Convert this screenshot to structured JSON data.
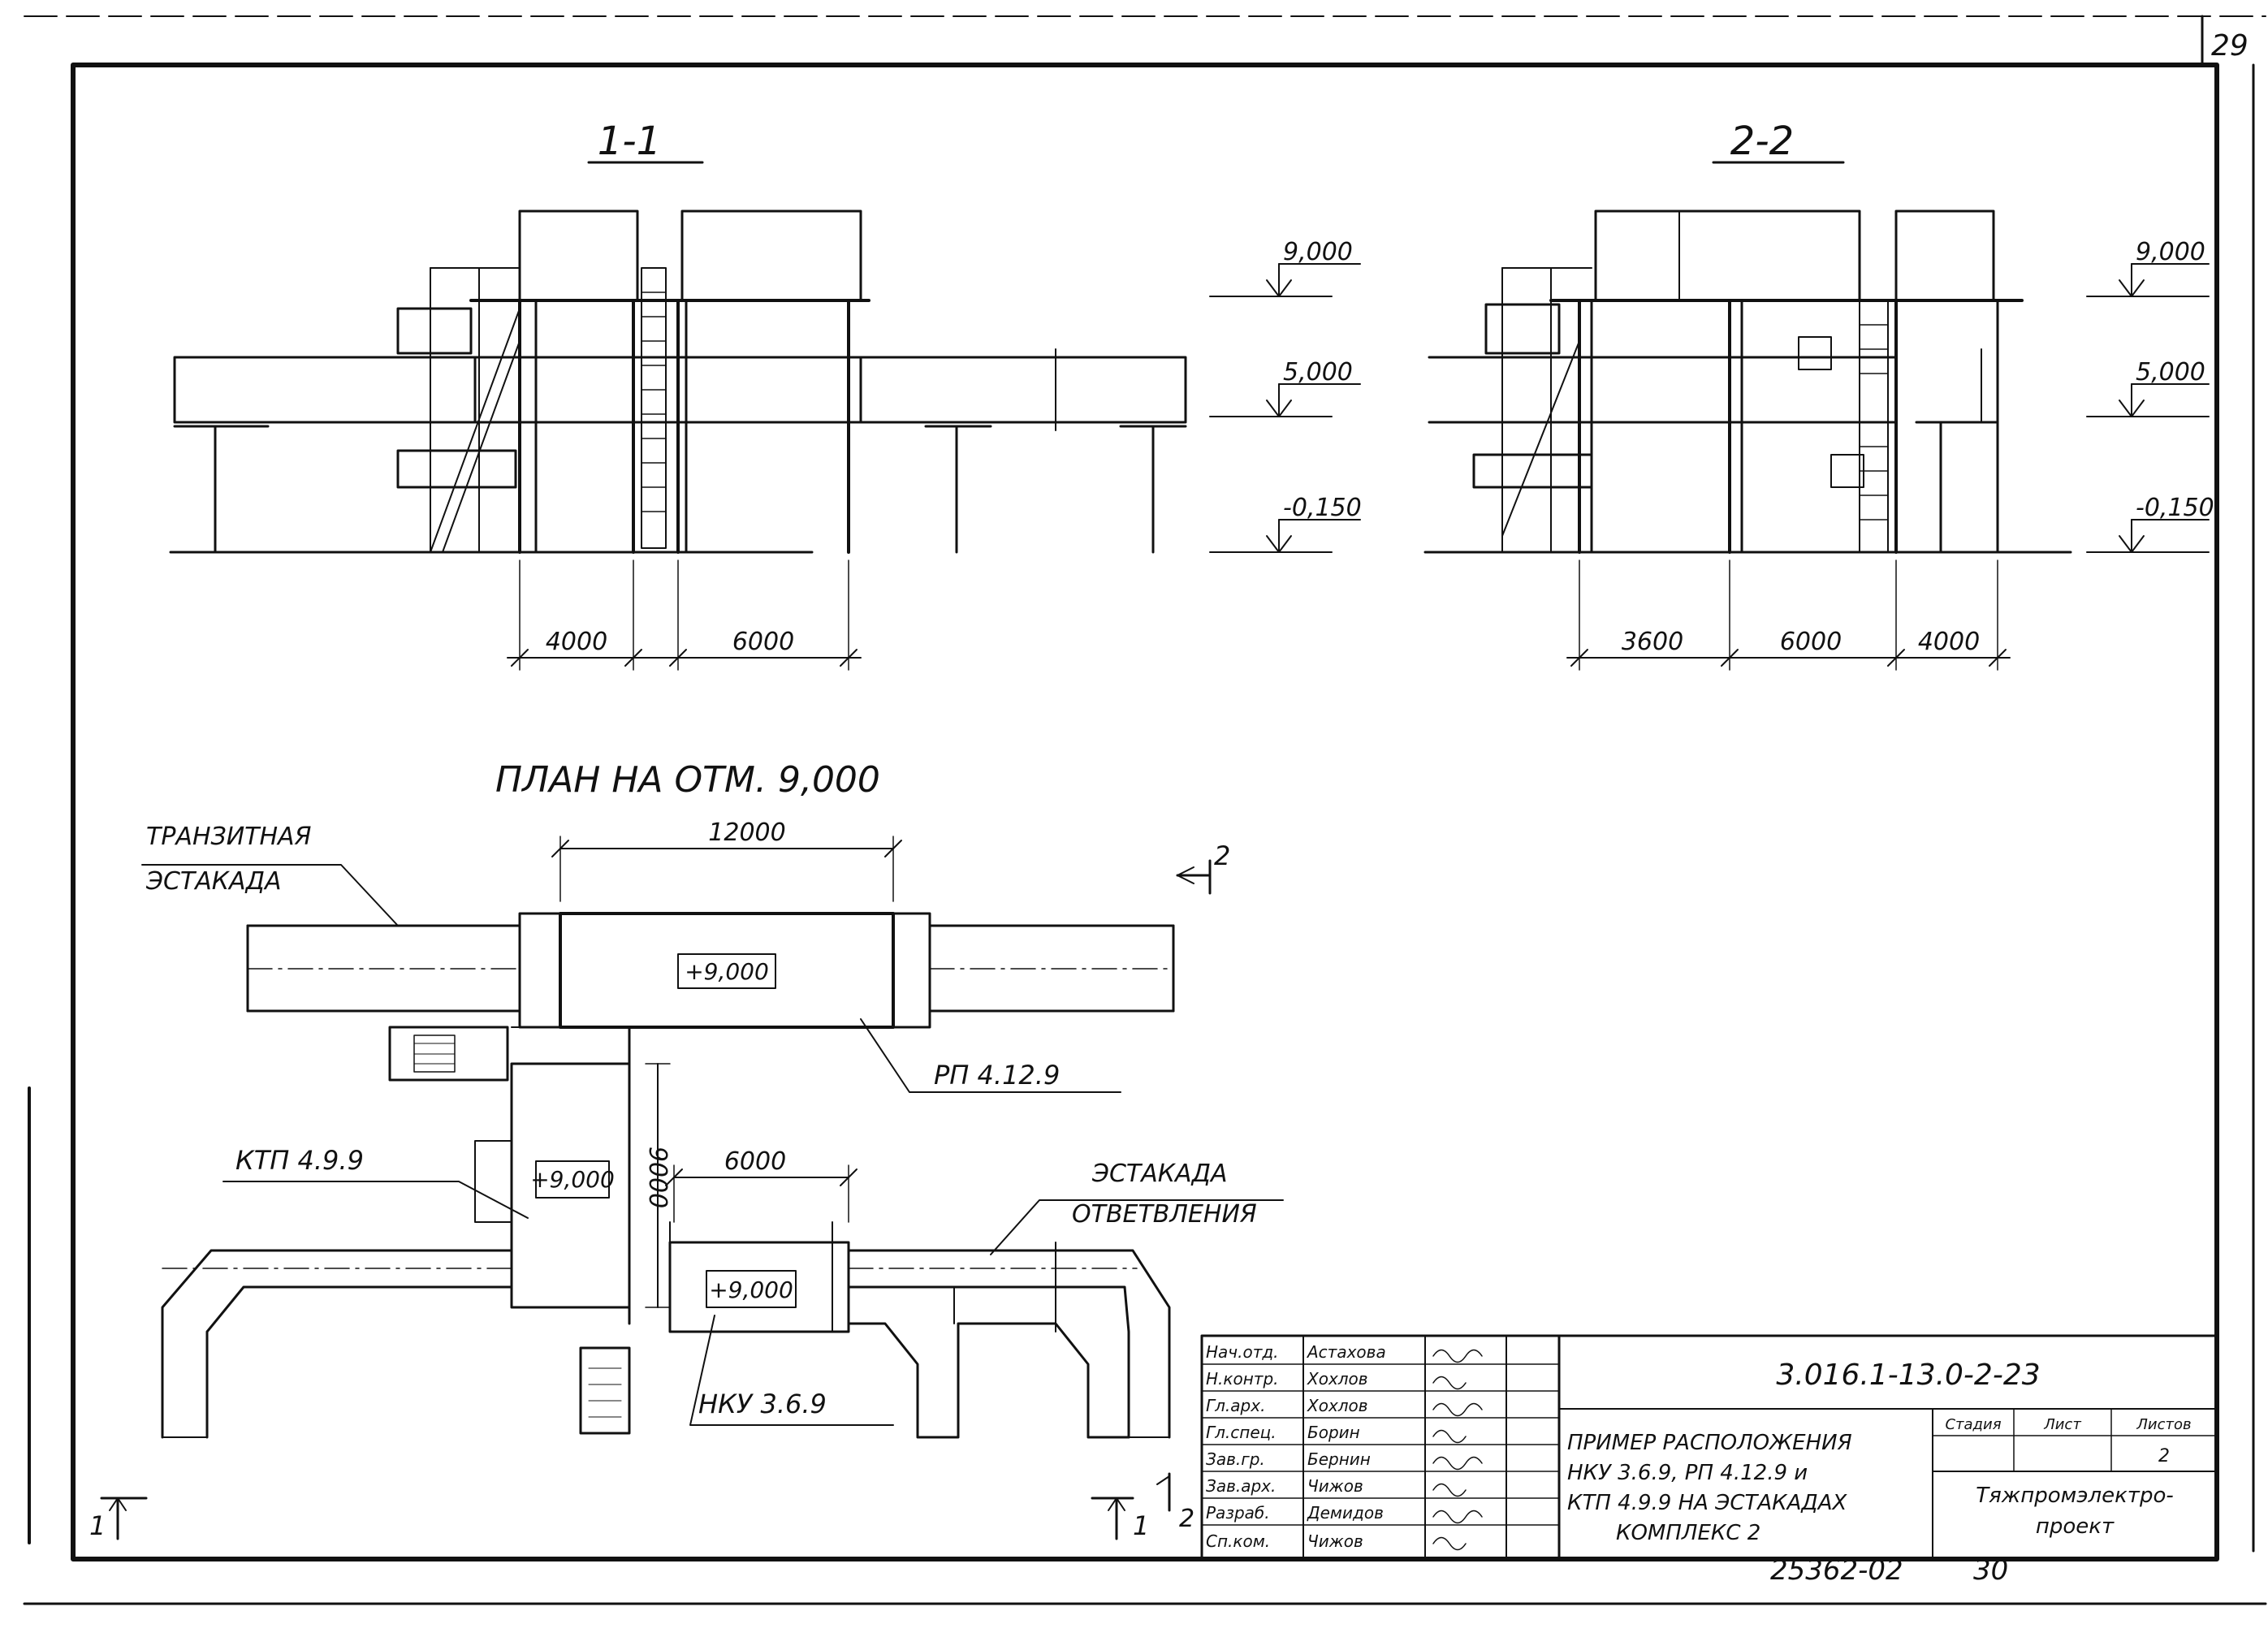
{
  "sheet_number": "29",
  "section_1": {
    "title": "1-1",
    "elevations": [
      "9,000",
      "5,000",
      "-0,150"
    ],
    "dims": [
      "4000",
      "6000"
    ]
  },
  "section_2": {
    "title": "2-2",
    "elevations": [
      "9,000",
      "5,000",
      "-0,150"
    ],
    "dims": [
      "3600",
      "6000",
      "4000"
    ]
  },
  "plan": {
    "title": "ПЛАН НА ОТМ. 9,000",
    "label_transit_1": "ТРАНЗИТНАЯ",
    "label_transit_2": "ЭСТАКАДА",
    "label_branch_1": "ЭСТАКАДА",
    "label_branch_2": "ОТВЕТВЛЕНИЯ",
    "label_rp": "РП 4.12.9",
    "label_ktp": "КТП 4.9.9",
    "label_nku": "НКУ 3.6.9",
    "dim_top": "12000",
    "dim_mid": "6000",
    "dim_vert": "9000",
    "mark_rp": "+9,000",
    "mark_ktp": "+9,000",
    "mark_nku": "+9,000",
    "cut_right_top": "2",
    "cut_left_bottom": "1",
    "cut_right_bottom_1": "1",
    "cut_right_bottom_2": "2"
  },
  "title_block": {
    "doc_code": "3.016.1-13.0-2-23",
    "title_line1": "ПРИМЕР РАСПОЛОЖЕНИЯ",
    "title_line2": "НКУ 3.6.9, РП 4.12.9 и",
    "title_line3": "КТП 4.9.9 НА ЭСТАКАДАХ",
    "title_line4": "КОМПЛЕКС 2",
    "stage_header": "Стадия",
    "sheet_header": "Лист",
    "sheets_header": "Листов",
    "sheet_value": "2",
    "org_line1": "Тяжпромэлектро-",
    "org_line2": "проект",
    "roles": [
      {
        "role": "Нач.отд.",
        "name": "Астахова"
      },
      {
        "role": "Н.контр.",
        "name": "Хохлов"
      },
      {
        "role": "Гл.арх.",
        "name": "Хохлов"
      },
      {
        "role": "Гл.спец.",
        "name": "Борин"
      },
      {
        "role": "Зав.гр.",
        "name": "Бернин"
      },
      {
        "role": "Зав.арх.",
        "name": "Чижов"
      },
      {
        "role": "Разраб.",
        "name": "Демидов"
      },
      {
        "role": "Сп.ком.",
        "name": "Чижов"
      }
    ]
  },
  "archive_number": "25362-02",
  "page_number": "30"
}
